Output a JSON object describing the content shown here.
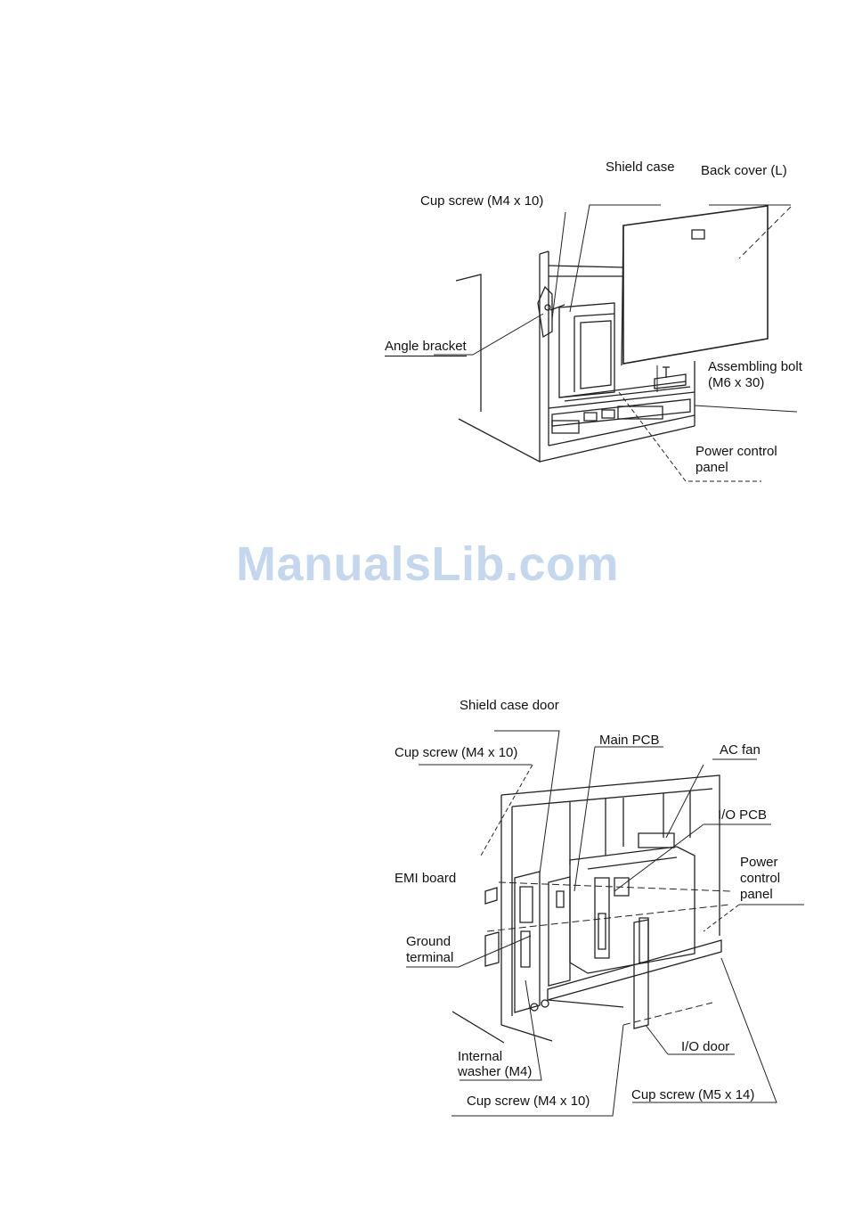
{
  "figure_top": {
    "labels": {
      "shield_case": "Shield case",
      "back_cover": "Back cover (L)",
      "cup_screw": "Cup screw (M4 x 10)",
      "angle_bracket": "Angle bracket",
      "assembling_bolt_line1": "Assembling bolt",
      "assembling_bolt_line2": "(M6 x 30)",
      "power_control_panel_line1": "Power control",
      "power_control_panel_line2": "panel"
    }
  },
  "watermark": "ManualsLib.com",
  "figure_bottom": {
    "labels": {
      "shield_case_door": "Shield case door",
      "cup_screw_top": "Cup screw (M4 x 10)",
      "main_pcb": "Main PCB",
      "ac_fan": "AC fan",
      "io_pcb": "I/O PCB",
      "emi_board": "EMI board",
      "power_control_panel_line1": "Power",
      "power_control_panel_line2": "control",
      "power_control_panel_line3": "panel",
      "ground_terminal_line1": "Ground",
      "ground_terminal_line2": "terminal",
      "internal_washer_line1": "Internal",
      "internal_washer_line2": "washer (M4)",
      "io_door": "I/O door",
      "cup_screw_bottom_left": "Cup screw (M4 x 10)",
      "cup_screw_bottom_right": "Cup screw (M5 x 14)"
    }
  }
}
